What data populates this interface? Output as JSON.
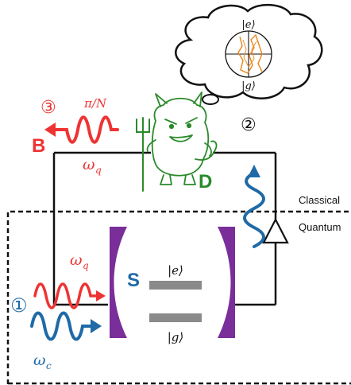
{
  "labels": {
    "classical": "Classical",
    "quantum": "Quantum",
    "system": "S",
    "demon": "D",
    "bath": "B",
    "excited_state": "|e⟩",
    "ground_state": "|g⟩",
    "bubble_excited": "|e⟩",
    "bubble_ground": "|g⟩",
    "omega_q_top": "ω",
    "omega_q_top_sub": "q",
    "omega_q_bottom": "ω",
    "omega_q_bottom_sub": "q",
    "omega_c": "ω",
    "omega_c_sub": "c",
    "pi_over_n": "π/N",
    "step1": "①",
    "step2": "②",
    "step3": "③"
  },
  "colors": {
    "red": "#ee3333",
    "blue": "#1f6aa6",
    "green": "#2a8a2a",
    "purple": "#7a2e9a",
    "gray": "#8a8a8a",
    "orange": "#e8861a",
    "black": "#111111"
  }
}
